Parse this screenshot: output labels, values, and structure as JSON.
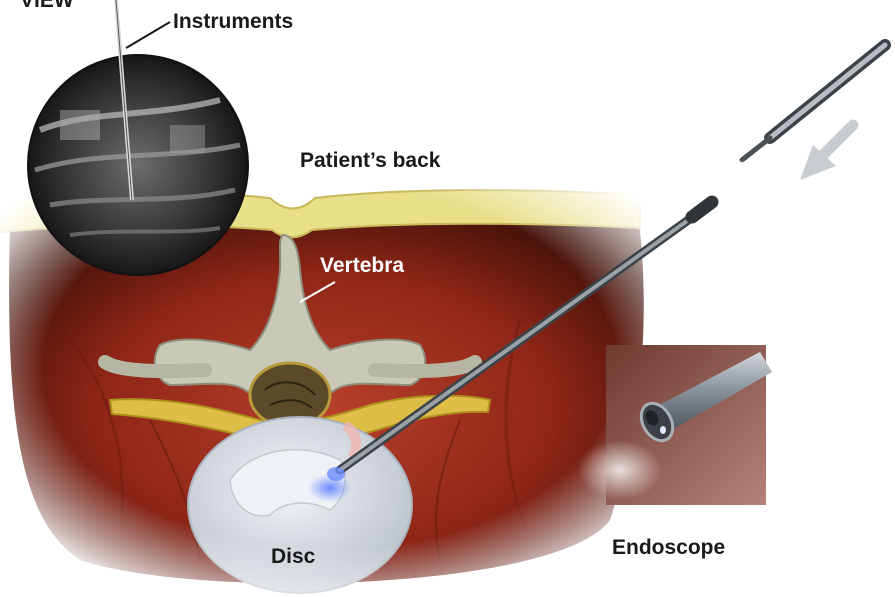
{
  "labels": {
    "view": "VIEW",
    "instruments": "Instruments",
    "patients_back": "Patient’s back",
    "vertebra": "Vertebra",
    "disc": "Disc",
    "endoscope": "Endoscope"
  },
  "colors": {
    "background": "#ffffff",
    "muscle": "#9c2a1c",
    "skin_layer": "#e8df8a",
    "bone": "#c9c9b8",
    "disc": "#d8dde4",
    "nerve_yellow": "#e2c64a",
    "instrument_steel": "#7f868c",
    "arrow": "#c7ccd1"
  }
}
